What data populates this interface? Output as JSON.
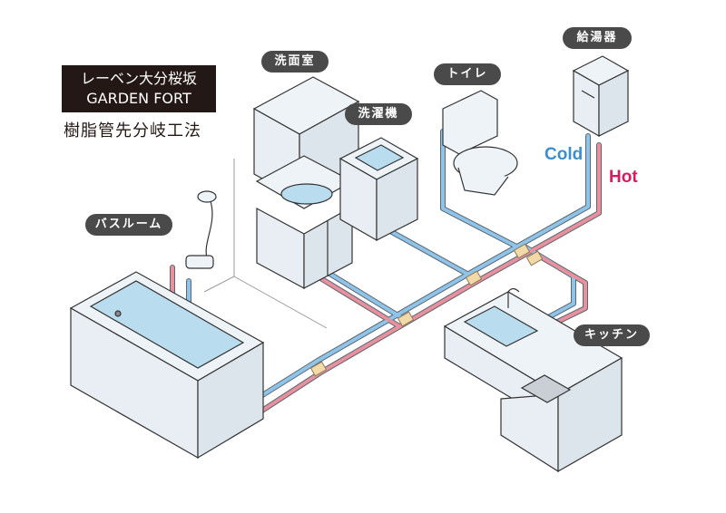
{
  "title_box": {
    "line1": "レーベン大分桜坂",
    "line2": "GARDEN FORT"
  },
  "subtitle": "樹脂管先分岐工法",
  "labels": {
    "washroom": "洗面室",
    "washing_machine": "洗濯機",
    "toilet": "トイレ",
    "water_heater": "給湯器",
    "bathroom": "バスルーム",
    "kitchen": "キッチン"
  },
  "legend": {
    "cold": "Cold",
    "hot": "Hot"
  },
  "colors": {
    "cold_pipe": "#8fc3e8",
    "hot_pipe": "#e8909e",
    "fixture_fill": "#eef3f7",
    "water": "#b9dcef",
    "label_bg": "#4a4a4a"
  }
}
